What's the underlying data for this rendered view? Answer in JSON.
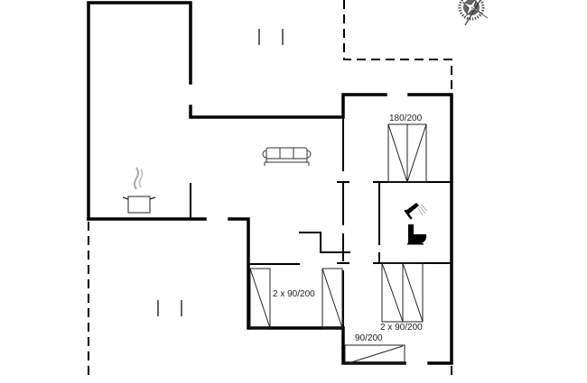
{
  "diagram": {
    "type": "floor-plan",
    "background": "#ffffff",
    "wall_color": "#000000",
    "line_color": "#222222",
    "labels": {
      "bedroom_top_bed": "180/200",
      "bedroom_middle_beds": "2 x 90/200",
      "bedroom_right_beds": "2 x 90/200",
      "bedroom_bottom_bed": "90/200"
    },
    "icons": {
      "compass": "compass-rose",
      "sofa": "sofa",
      "kitchen": "cooking-pot",
      "shower": "shower",
      "toilet": "toilet"
    }
  }
}
